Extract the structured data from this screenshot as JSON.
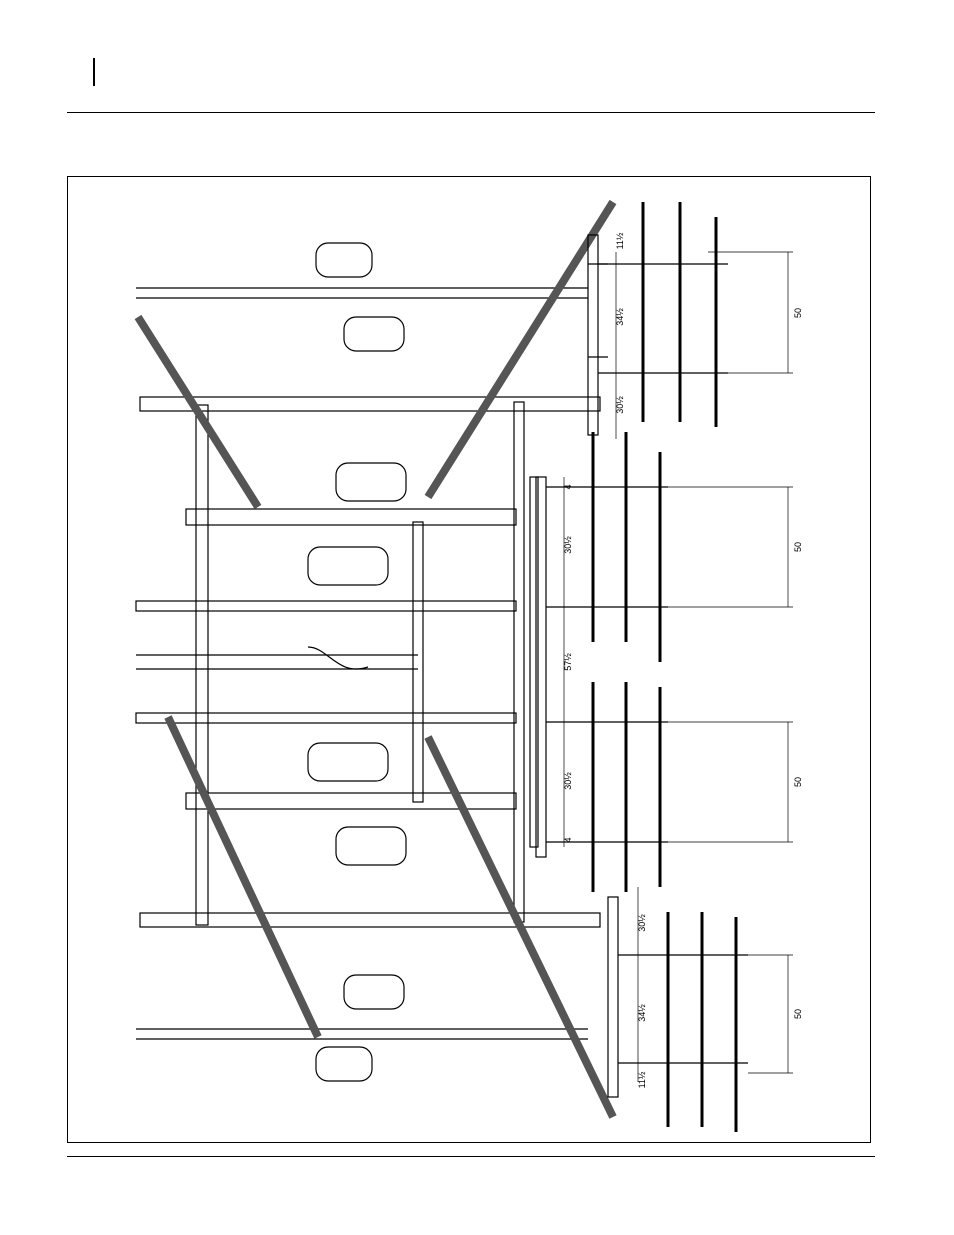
{
  "figure": {
    "dimension_labels": {
      "gang_spacing": "50",
      "arm_spacing_a": "34½",
      "arm_spacing_b": "30½",
      "arm_spacing_c": "30½",
      "center_spacing": "57½",
      "offset_small": "4",
      "offset_edge": "11½"
    }
  }
}
